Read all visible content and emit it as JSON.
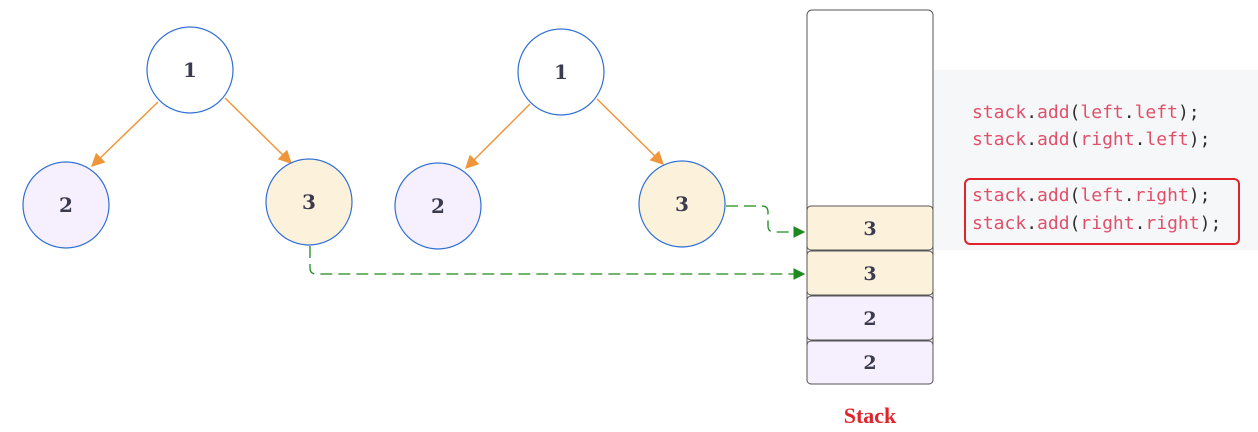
{
  "trees": [
    {
      "nodes": [
        {
          "label": "1",
          "kind": "root"
        },
        {
          "label": "2",
          "kind": "left"
        },
        {
          "label": "3",
          "kind": "right"
        }
      ]
    },
    {
      "nodes": [
        {
          "label": "1",
          "kind": "root"
        },
        {
          "label": "2",
          "kind": "left"
        },
        {
          "label": "3",
          "kind": "right"
        }
      ]
    }
  ],
  "stack": {
    "caption": "Stack",
    "slots_top_to_bottom": [
      "3",
      "3",
      "2",
      "2"
    ]
  },
  "code": {
    "lines": [
      {
        "obj": "stack",
        "method": "add",
        "arg_a": "left",
        "arg_b": "left"
      },
      {
        "obj": "stack",
        "method": "add",
        "arg_a": "right",
        "arg_b": "left"
      },
      {
        "obj": "stack",
        "method": "add",
        "arg_a": "left",
        "arg_b": "right"
      },
      {
        "obj": "stack",
        "method": "add",
        "arg_a": "right",
        "arg_b": "right"
      }
    ]
  },
  "colors": {
    "node_border": "#2f6fd6",
    "root_fill": "#ffffff",
    "left_fill": "#f6effd",
    "right_fill": "#fcf2dc",
    "tree_edge": "#f0963a",
    "stack_arrow": "#1f8a1f",
    "caption": "#e0242b",
    "stack_border": "#555555"
  },
  "icons": [
    "arrowhead-orange",
    "arrowhead-green"
  ]
}
